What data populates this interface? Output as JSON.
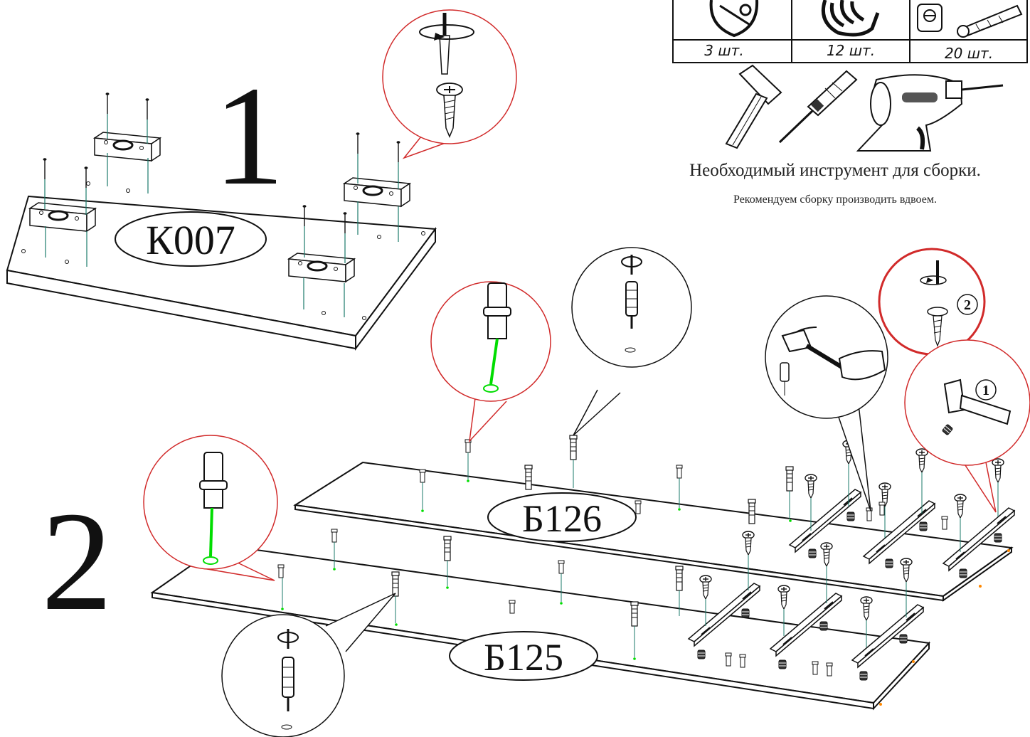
{
  "step_labels": {
    "step1": "1",
    "step2": "2"
  },
  "panel_labels": {
    "top_panel": "К007",
    "shelf_upper": "Б126",
    "shelf_lower": "Б125"
  },
  "hardware": {
    "items": [
      {
        "icon": "cam-lock-icon",
        "quantity": "3 шт."
      },
      {
        "icon": "dowel-sleeve-icon",
        "quantity": "12 шт."
      },
      {
        "icon": "eccentric-coupler-icon",
        "quantity": "20 шт."
      }
    ]
  },
  "tools": {
    "icons": [
      "hammer-icon",
      "screwdriver-icon",
      "drill-icon"
    ],
    "caption": "Необходимый инструмент для сборки.",
    "note": "Рекомендуем сборку производить вдвоем."
  },
  "callouts": {
    "order_first": "1",
    "order_second": "2"
  },
  "colors": {
    "line": "#111111",
    "callout_red": "#d12a2a",
    "glue_green": "#00dd00",
    "accent_orange": "#ff8800"
  }
}
